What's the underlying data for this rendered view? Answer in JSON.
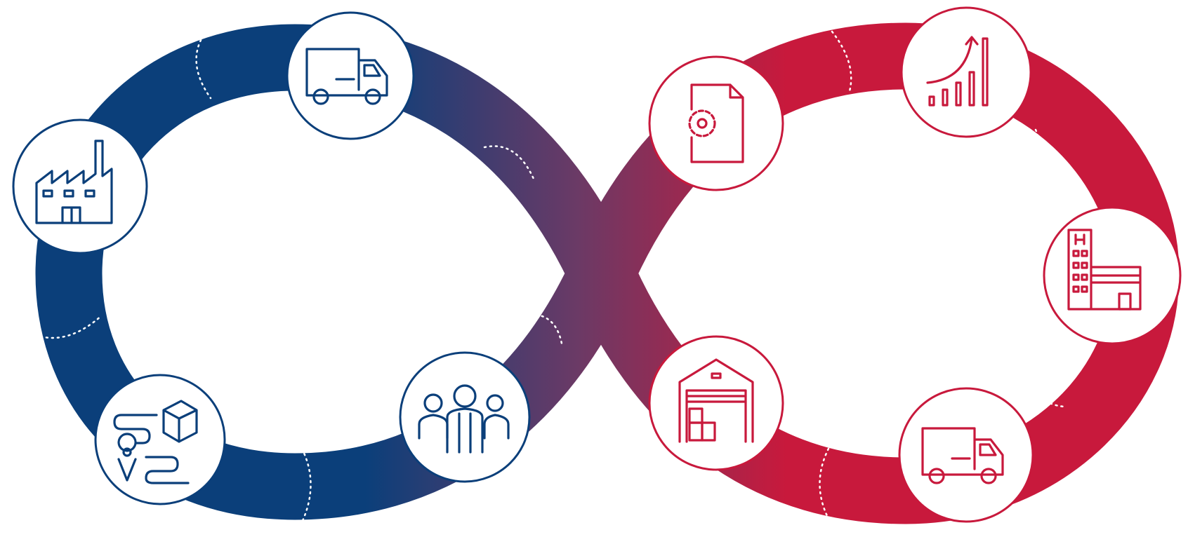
{
  "diagram": {
    "colors": {
      "left": "#0b3f7a",
      "right": "#c8193c",
      "mid": "#6a3a66"
    },
    "nodes": [
      {
        "icon": "factory-icon",
        "side": "left"
      },
      {
        "icon": "delivery-truck-icon",
        "side": "left"
      },
      {
        "icon": "package-route-icon",
        "side": "left"
      },
      {
        "icon": "people-group-icon",
        "side": "left"
      },
      {
        "icon": "document-gear-icon",
        "side": "right"
      },
      {
        "icon": "growth-chart-icon",
        "side": "right"
      },
      {
        "icon": "hospital-icon",
        "side": "right"
      },
      {
        "icon": "warehouse-icon",
        "side": "right"
      },
      {
        "icon": "delivery-truck-icon",
        "side": "right"
      }
    ]
  }
}
